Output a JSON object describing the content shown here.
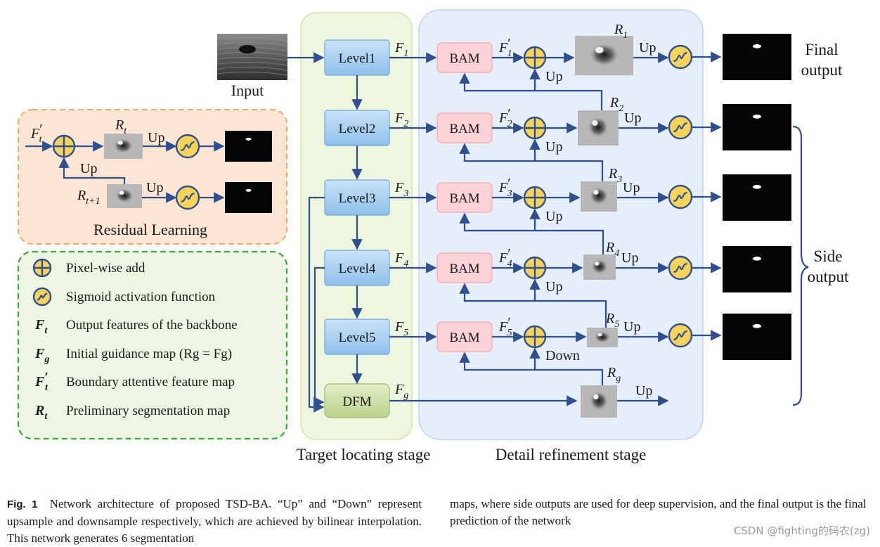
{
  "inputs": {
    "input_label": "Input"
  },
  "levels": [
    "Level1",
    "Level2",
    "Level3",
    "Level4",
    "Level5"
  ],
  "dfm_label": "DFM",
  "bam_label": "BAM",
  "features": {
    "F": [
      "F1",
      "F2",
      "F3",
      "F4",
      "F5"
    ],
    "Fg": "Fg"
  },
  "ops": {
    "up": "Up",
    "down": "Down"
  },
  "outputs": {
    "final": [
      "Final",
      "output"
    ],
    "side": [
      "Side",
      "output"
    ]
  },
  "stages": {
    "target": "Target locating stage",
    "detail": "Detail refinement stage"
  },
  "residual": {
    "title": "Residual Learning",
    "up": "Up"
  },
  "legend": {
    "items": [
      {
        "icon": "plus",
        "text": "Pixel-wise add"
      },
      {
        "icon": "sigmoid",
        "text": "Sigmoid activation function"
      },
      {
        "icon": "Ft",
        "text": "Output features of  the backbone"
      },
      {
        "icon": "Fg",
        "text": "Initial guidance map (Rg = Fg)"
      },
      {
        "icon": "F't",
        "text": "Boundary attentive feature map"
      },
      {
        "icon": "Rt",
        "text": "Preliminary segmentation map"
      }
    ]
  },
  "caption": {
    "label": "Fig. 1",
    "left": "Network architecture of proposed TSD-BA. “Up” and “Down” represent upsample and downsample respectively, which are achieved by bilinear interpolation. This network generates 6 segmentation",
    "right": "maps, where side outputs are used for deep supervision, and the final output is the final prediction of the network"
  },
  "watermark": "CSDN @fighting的码农(zg)"
}
